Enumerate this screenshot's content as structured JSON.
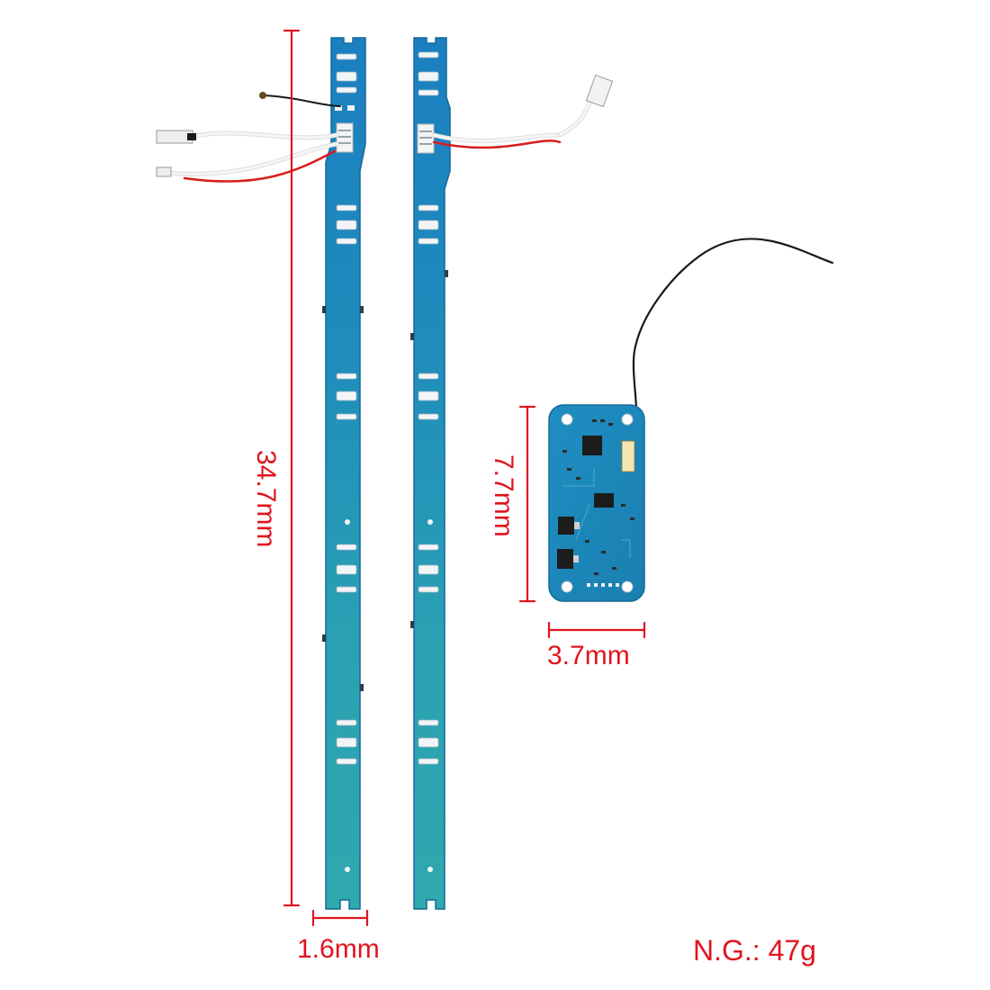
{
  "dimensions": {
    "strip_length": "34.7mm",
    "strip_width": "1.6mm",
    "board_height": "7.7mm",
    "board_width": "3.7mm"
  },
  "weight_label": "N.G.: 47g",
  "colors": {
    "dimension": "#e0141e",
    "pcb": "#1e87bf",
    "pcb_dark": "#166a99",
    "pad": "#f2f5f7",
    "wire_white": "#f1f1f1",
    "wire_red": "#d91c1c",
    "wire_black": "#1a1a1a"
  }
}
